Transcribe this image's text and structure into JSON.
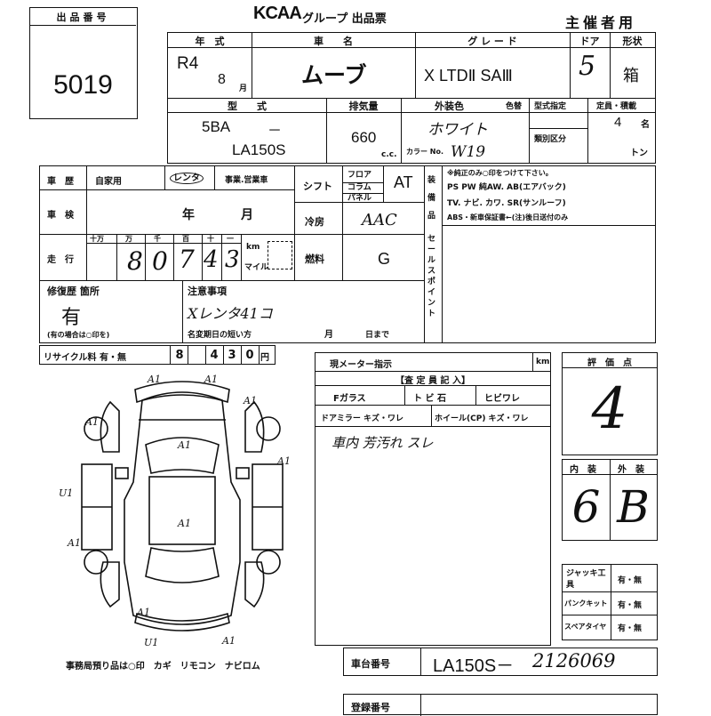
{
  "header": {
    "lot_label": "出品番号",
    "lot_number": "5019",
    "brand": "KCAA",
    "sheet_title": "グループ 出品票",
    "organizer": "主催者用"
  },
  "vehicle": {
    "year_label": "年　式",
    "year_era": "R4",
    "year_month": "8",
    "month_suffix": "月",
    "name_label": "車　　名",
    "name": "ムーブ",
    "grade_label": "グ レ ー ド",
    "grade": "X LTDⅡ SAⅢ",
    "doors_label": "ドア",
    "doors": "5",
    "body_label": "形状",
    "body": "箱",
    "model_label": "型　　式",
    "model_prefix": "5BA",
    "model_dash": "－",
    "model": "LA150S",
    "displacement_label": "排気量",
    "displacement": "660",
    "cc": "c.c.",
    "ext_color_label": "外装色",
    "color_code_label": "色替",
    "ext_color": "ホワイト",
    "color_no_label": "カラー No.",
    "color_no": "W19",
    "type_designation_label": "型式指定",
    "category_label": "類別区分",
    "capacity_label": "定員・積載",
    "capacity": "4",
    "capacity_unit": "名",
    "load_unit": "トン"
  },
  "history": {
    "label": "車　歴",
    "private": "自家用",
    "rental": "レンタ",
    "business": "事業.営業車",
    "inspection_label": "車　検",
    "inspection_year": "年",
    "inspection_month": "月",
    "mileage_label": "走　行",
    "digit_labels": [
      "十万",
      "万",
      "千",
      "百",
      "十",
      "一"
    ],
    "mileage_digits": [
      "",
      "8",
      "0",
      "7",
      "4",
      "3"
    ],
    "km": "km",
    "mile": "マイル"
  },
  "specs": {
    "shift_label": "シフト",
    "shift_options": [
      "フロア",
      "コラム",
      "パネル"
    ],
    "shift": "AT",
    "ac_label": "冷房",
    "ac": "AAC",
    "fuel_label": "燃料",
    "fuel": "G"
  },
  "equipment": {
    "side_label": "装備品",
    "note": "※純正のみ○印をつけて下さい。",
    "line1": "PS  PW  純AW. AB(エアバック)",
    "line2": "TV. ナビ. カワ. SR(サンルーフ)",
    "line3": "ABS・新車保証書←(注)後日送付のみ",
    "sales_point_label": "セールスポイント"
  },
  "repair": {
    "label": "修復歴 箇所",
    "value": "有",
    "note": "(有の場合は○印を)",
    "notes_label": "注意事項",
    "notes_text": "Xレンタ41コ",
    "name_change_label": "名変期日の短い方",
    "month": "月",
    "day": "日まで"
  },
  "recycle": {
    "label": "リサイクル料 有・無",
    "digits": [
      "8",
      "4",
      "3",
      "0"
    ],
    "unit": "円"
  },
  "inspection": {
    "meter_label": "現メーター指示",
    "km": "km",
    "inspector_label": "【査 定 員 記 入】",
    "glass_label": "Fガラス",
    "glass_opts": [
      "ト ビ 石",
      "ヒビワレ"
    ],
    "mirror_label": "ドアミラー キズ・ワレ",
    "wheel_label": "ホイール(CP) キズ・ワレ",
    "handwritten": "車内 芳汚れ スレ"
  },
  "grades": {
    "score_label": "評　価　点",
    "score": "4",
    "interior_label": "内　装",
    "exterior_label": "外　装",
    "interior": "6",
    "exterior": "B"
  },
  "tools": {
    "jack_label": "ジャッキ工具",
    "puncture_label": "パンクキット",
    "spare_label": "スペアタイヤ",
    "yes_no": "有・無"
  },
  "diagram": {
    "marks": [
      "A1",
      "A1",
      "A1",
      "A1",
      "A1",
      "A1",
      "A1",
      "U1",
      "A1",
      "U1",
      "A1",
      "A1"
    ],
    "footer": "事務局預り品は○印　カギ　リモコン　ナビロム"
  },
  "chassis": {
    "label": "車台番号",
    "prefix": "LA150S－",
    "number": "2126069"
  },
  "registration": {
    "label": "登録番号"
  }
}
